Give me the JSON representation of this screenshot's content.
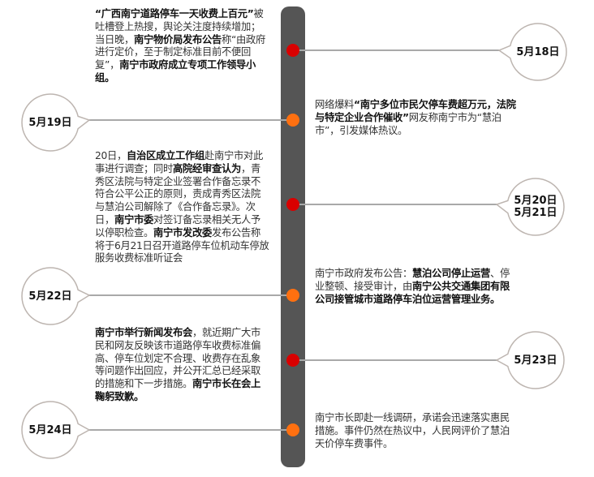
{
  "colors": {
    "spine": "#555555",
    "red": "#d90000",
    "orange": "#ff7010",
    "connector": "#a9a9a9",
    "bubble_border": "#bdb5b0"
  },
  "events": [
    {
      "dates": [
        "5月18日"
      ],
      "dot": "red",
      "side": "right",
      "segments": [
        {
          "t": "“广西南宁道路停车一天收费上百元”",
          "b": true
        },
        {
          "t": "被吐槽登上热搜，舆论关注度持续增加；当日晚，",
          "b": false
        },
        {
          "t": "南宁物价局发布公告",
          "b": true
        },
        {
          "t": "称“由政府进行定价，至于制定标准目前不便回复”，",
          "b": false
        },
        {
          "t": "南宁市政府成立专项工作领导小组。",
          "b": true
        }
      ]
    },
    {
      "dates": [
        "5月19日"
      ],
      "dot": "orange",
      "side": "left",
      "segments": [
        {
          "t": "网络爆料",
          "b": false
        },
        {
          "t": "“南宁多位市民欠停车费超万元，法院与特定企业合作催收”",
          "b": true
        },
        {
          "t": "网友称南宁市为“慧泊市”，引发媒体热议。",
          "b": false
        }
      ]
    },
    {
      "dates": [
        "5月20日",
        "5月21日"
      ],
      "dot": "red",
      "side": "right",
      "segments": [
        {
          "t": "20日，",
          "b": false
        },
        {
          "t": "自治区成立工作组",
          "b": true
        },
        {
          "t": "赴南宁市对此事进行调查；同时",
          "b": false
        },
        {
          "t": "高院经审查认为",
          "b": true
        },
        {
          "t": "，青秀区法院与特定企业签署合作备忘录不符合公平公正的原则，责成青秀区法院与慧泊公司解除了《合作备忘录》。次日，",
          "b": false
        },
        {
          "t": "南宁市委",
          "b": true
        },
        {
          "t": "对签订备忘录相关无人予以停职检查。",
          "b": false
        },
        {
          "t": "南宁市发改委",
          "b": true
        },
        {
          "t": "发布公告称将于6月21日召开道路停车位机动车停放服务收费标准听证会",
          "b": false
        }
      ]
    },
    {
      "dates": [
        "5月22日"
      ],
      "dot": "orange",
      "side": "left",
      "segments": [
        {
          "t": "南宁市政府发布公告：",
          "b": false
        },
        {
          "t": "慧泊公司停止运营",
          "b": true
        },
        {
          "t": "、停业整顿、接受审计，由",
          "b": false
        },
        {
          "t": "南宁公共交通集团有限公司接管城市道路停车泊位运营管理业务。",
          "b": true
        }
      ]
    },
    {
      "dates": [
        "5月23日"
      ],
      "dot": "red",
      "side": "right",
      "segments": [
        {
          "t": "南宁市举行新闻发布会",
          "b": true
        },
        {
          "t": "，就近期广大市民和网友反映该市道路停车收费标准偏高、停车位划定不合理、收费存在乱象等问题作出回应，并公开汇总已经采取的措施和下一步措施。",
          "b": false
        },
        {
          "t": "南宁市长在会上鞠躬致歉。",
          "b": true
        }
      ]
    },
    {
      "dates": [
        "5月24日"
      ],
      "dot": "orange",
      "side": "left",
      "segments": [
        {
          "t": "南宁市长即赴一线调研，承诺会迅速落实惠民措施。事件仍然在热议中，人民网评价了慧泊天价停车费事件。",
          "b": false
        }
      ]
    }
  ]
}
